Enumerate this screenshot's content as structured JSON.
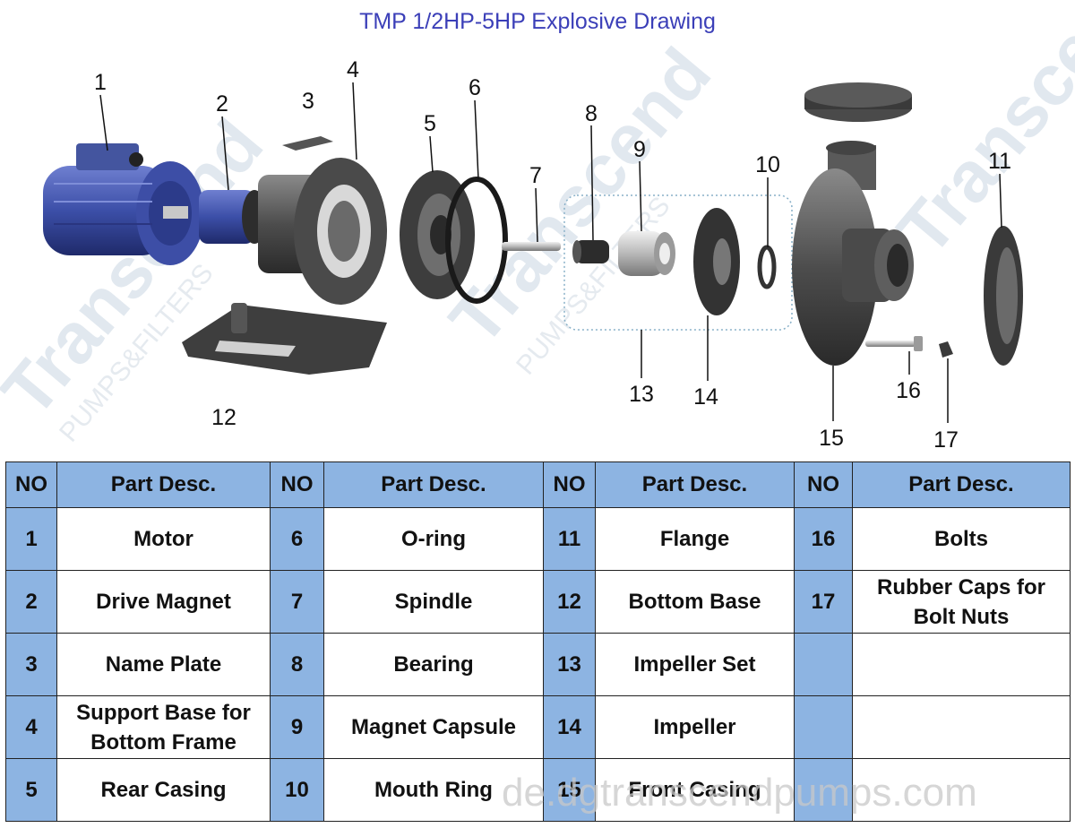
{
  "title": "TMP 1/2HP-5HP Explosive Drawing",
  "callouts": [
    "1",
    "2",
    "3",
    "4",
    "5",
    "6",
    "7",
    "8",
    "9",
    "10",
    "11",
    "12",
    "13",
    "14",
    "15",
    "16",
    "17"
  ],
  "watermark": {
    "brand": "Transcend",
    "tagline": "PUMPS&FILTERS",
    "url": "de.dgtranscendpumps.com"
  },
  "table": {
    "headers": [
      "NO",
      "Part Desc.",
      "NO",
      "Part Desc.",
      "NO",
      "Part Desc.",
      "NO",
      "Part Desc."
    ],
    "rows": [
      [
        "1",
        "Motor",
        "6",
        "O-ring",
        "11",
        "Flange",
        "16",
        "Bolts"
      ],
      [
        "2",
        "Drive Magnet",
        "7",
        "Spindle",
        "12",
        "Bottom Base",
        "17",
        "Rubber Caps for Bolt Nuts"
      ],
      [
        "3",
        "Name Plate",
        "8",
        "Bearing",
        "13",
        "Impeller Set",
        "",
        ""
      ],
      [
        "4",
        "Support Base for Bottom Frame",
        "9",
        "Magnet Capsule",
        "14",
        "Impeller",
        "",
        ""
      ],
      [
        "5",
        "Rear Casing",
        "10",
        "Mouth Ring",
        "15",
        "Front Casing",
        "",
        ""
      ]
    ]
  },
  "colors": {
    "title": "#3b3fb8",
    "header_fill": "#8db4e2",
    "motor_blue": "#3c4fa8",
    "part_gray": "#4a4a4a"
  }
}
